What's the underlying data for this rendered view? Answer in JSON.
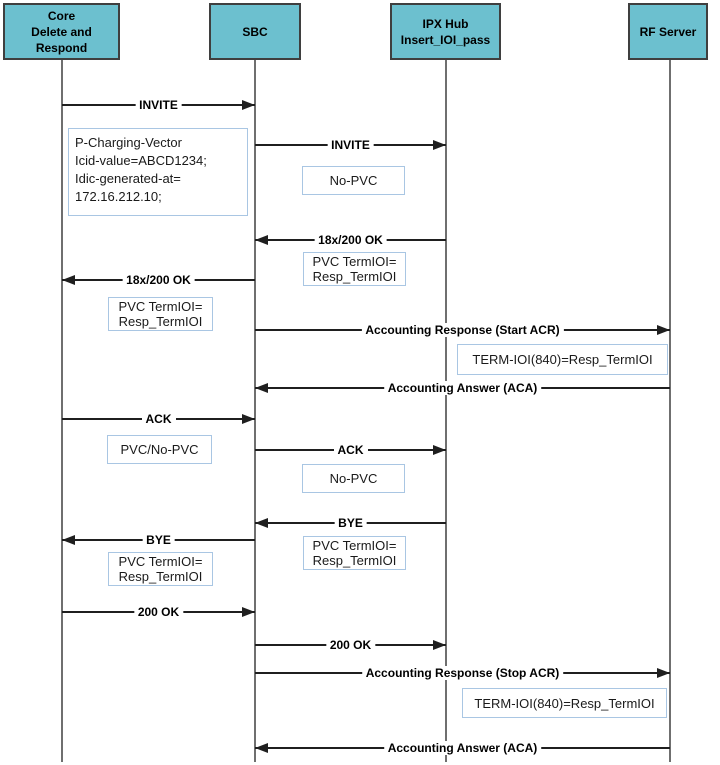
{
  "diagram": {
    "actors": [
      {
        "id": "core",
        "lines": [
          "Core",
          "Delete and",
          "Respond"
        ]
      },
      {
        "id": "sbc",
        "lines": [
          "SBC"
        ]
      },
      {
        "id": "ipx",
        "lines": [
          "IPX Hub",
          "Insert_IOI_pass"
        ]
      },
      {
        "id": "rf",
        "lines": [
          "RF Server"
        ]
      }
    ],
    "messages": [
      {
        "from": "core",
        "to": "sbc",
        "label": "INVITE"
      },
      {
        "from": "sbc",
        "to": "ipx",
        "label": "INVITE"
      },
      {
        "from": "ipx",
        "to": "sbc",
        "label": "18x/200 OK"
      },
      {
        "from": "sbc",
        "to": "core",
        "label": "18x/200 OK"
      },
      {
        "from": "sbc",
        "to": "rf",
        "label": "Accounting Response (Start ACR)"
      },
      {
        "from": "rf",
        "to": "sbc",
        "label": "Accounting Answer (ACA)"
      },
      {
        "from": "core",
        "to": "sbc",
        "label": "ACK"
      },
      {
        "from": "sbc",
        "to": "ipx",
        "label": "ACK"
      },
      {
        "from": "ipx",
        "to": "sbc",
        "label": "BYE"
      },
      {
        "from": "sbc",
        "to": "core",
        "label": "BYE"
      },
      {
        "from": "core",
        "to": "sbc",
        "label": "200 OK"
      },
      {
        "from": "sbc",
        "to": "ipx",
        "label": "200 OK"
      },
      {
        "from": "sbc",
        "to": "rf",
        "label": "Accounting Response (Stop ACR)"
      },
      {
        "from": "rf",
        "to": "sbc",
        "label": "Accounting Answer (ACA)"
      }
    ],
    "notes": [
      {
        "lines": [
          "P-Charging-Vector",
          "Icid-value=ABCD1234;",
          "Idic-generated-at=",
          "172.16.212.10;"
        ],
        "align": "left"
      },
      {
        "lines": [
          "No-PVC"
        ],
        "align": "center"
      },
      {
        "lines": [
          "PVC TermIOI=",
          "Resp_TermIOI"
        ],
        "align": "center"
      },
      {
        "lines": [
          "PVC TermIOI=",
          "Resp_TermIOI"
        ],
        "align": "center"
      },
      {
        "lines": [
          "TERM-IOI(840)=Resp_TermIOI"
        ],
        "align": "center"
      },
      {
        "lines": [
          "PVC/No-PVC"
        ],
        "align": "center"
      },
      {
        "lines": [
          "No-PVC"
        ],
        "align": "center"
      },
      {
        "lines": [
          "PVC TermIOI=",
          "Resp_TermIOI"
        ],
        "align": "center"
      },
      {
        "lines": [
          "PVC TermIOI=",
          "Resp_TermIOI"
        ],
        "align": "center"
      },
      {
        "lines": [
          "TERM-IOI(840)=Resp_TermIOI"
        ],
        "align": "center"
      }
    ],
    "colors": {
      "actor_fill": "#6CC0CF",
      "actor_border": "#3F3F3F",
      "lifeline": "#6F6F6F",
      "arrow": "#1F1F1F",
      "note_border": "#A9C6E3",
      "note_fill": "#FFFFFF",
      "text": "#000000"
    }
  }
}
